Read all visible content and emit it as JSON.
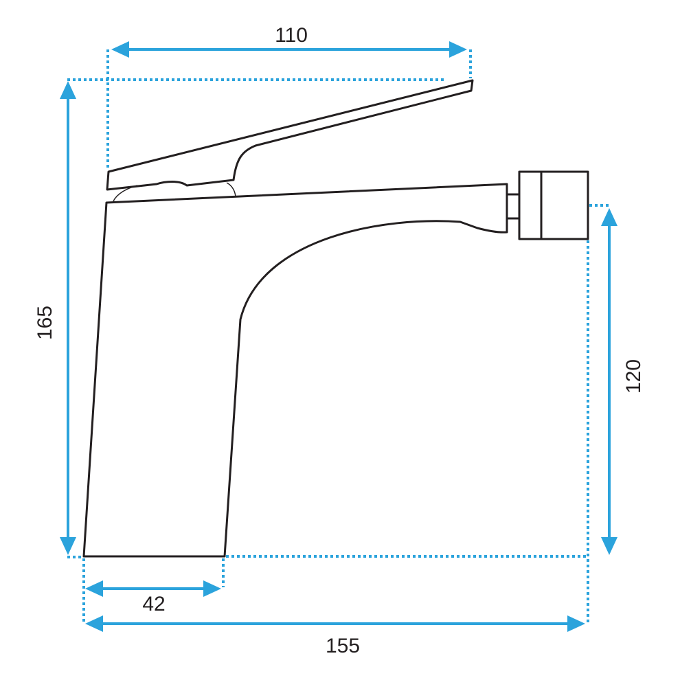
{
  "dimensions": {
    "top_width": "110",
    "total_height": "165",
    "spout_height": "120",
    "base_width": "42",
    "total_width": "155"
  },
  "colors": {
    "dimension_lines": "#2ba3dc",
    "outline": "#231f20",
    "background": "#ffffff"
  }
}
